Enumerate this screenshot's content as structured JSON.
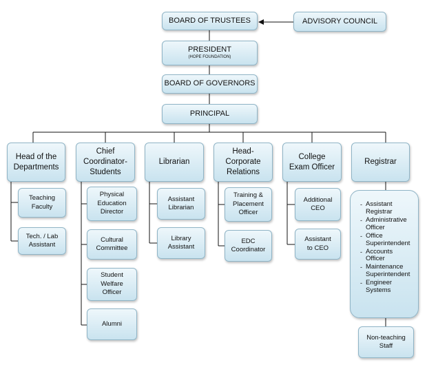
{
  "top": {
    "trustees": "BOARD OF TRUSTEES",
    "advisory": "ADVISORY COUNCIL",
    "president": "PRESIDENT",
    "president_note": "(HOPE FOUNDATION)",
    "governors": "BOARD OF GOVERNORS",
    "principal": "PRINCIPAL"
  },
  "heads": [
    "Head of the\nDepartments",
    "Chief\nCoordinator-\nStudents",
    "Librarian",
    "Head-\nCorporate\nRelations",
    "College\nExam Officer",
    "Registrar"
  ],
  "subs": {
    "departments": [
      "Teaching\nFaculty",
      "Tech. / Lab\nAssistant"
    ],
    "students": [
      "Physical\nEducation\nDirector",
      "Cultural\nCommittee",
      "Student\nWelfare\nOfficer",
      "Alumni"
    ],
    "library": [
      "Assistant\nLibrarian",
      "Library\nAssistant"
    ],
    "corporate": [
      "Training &\nPlacement\nOfficer",
      "EDC\nCoordinator"
    ],
    "exam": [
      "Additional\nCEO",
      "Assistant\nto CEO"
    ],
    "registrar_list": [
      "Assistant\nRegistrar",
      "Administrative\nOfficer",
      "Office\nSuperintendent",
      "Accounts\nOfficer",
      "Maintenance\nSuperintendent",
      "Engineer\nSystems"
    ],
    "registrar_staff": "Non-teaching\nStaff"
  }
}
